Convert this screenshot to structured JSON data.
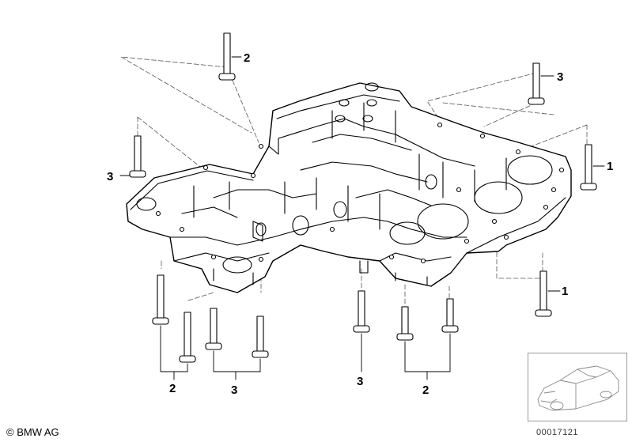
{
  "diagram": {
    "callouts": [
      {
        "id": "c1",
        "label": "2"
      },
      {
        "id": "c2",
        "label": "3"
      },
      {
        "id": "c3",
        "label": "3"
      },
      {
        "id": "c4",
        "label": "1"
      },
      {
        "id": "c5",
        "label": "1"
      },
      {
        "id": "c6",
        "label": "2"
      },
      {
        "id": "c7",
        "label": "3"
      },
      {
        "id": "c8",
        "label": "3"
      },
      {
        "id": "c9",
        "label": "2"
      }
    ]
  },
  "footer": {
    "copyright": "© BMW AG",
    "catalog_number": "00017121"
  },
  "thumbnail": {
    "icon": "car-silhouette-icon"
  }
}
